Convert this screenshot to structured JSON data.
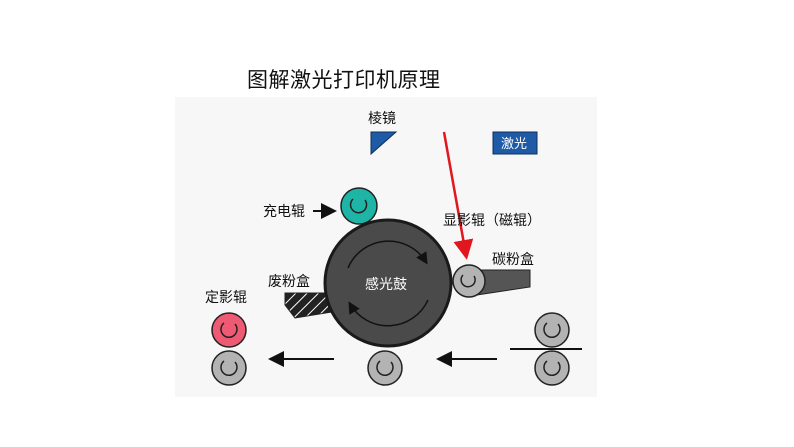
{
  "title": "图解激光打印机原理",
  "labels": {
    "prism": "棱镜",
    "laser": "激光",
    "charge_roller": "充电辊",
    "developer_roller": "显影辊（磁辊）",
    "toner_box": "碳粉盒",
    "waste_toner_box": "废粉盒",
    "drum": "感光鼓",
    "fuser_roller": "定影辊"
  },
  "colors": {
    "background_panel": "#f7f7f7",
    "laser_beam": "#e0171e",
    "laser_box": "#1f5aa6",
    "prism": "#1f5aa6",
    "charge_roller": "#1fb5a6",
    "fuser_roller": "#ee5a74",
    "drum": "#4a4a4a",
    "roller_gray": "#b3b3b3"
  }
}
